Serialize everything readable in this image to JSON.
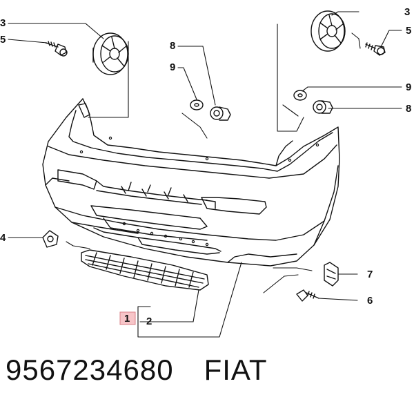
{
  "callouts": {
    "c1": "1",
    "c2": "2",
    "c3_left": "3",
    "c3_right": "3",
    "c4": "4",
    "c5_left": "5",
    "c5_right": "5",
    "c6": "6",
    "c7": "7",
    "c8_left": "8",
    "c8_right": "8",
    "c9_left": "9",
    "c9_right": "9"
  },
  "footer": {
    "part_number": "9567234680",
    "brand": "FIAT"
  },
  "colors": {
    "line": "#111111",
    "highlight_box": "#f7c5c8",
    "highlight_border": "#d98088"
  }
}
